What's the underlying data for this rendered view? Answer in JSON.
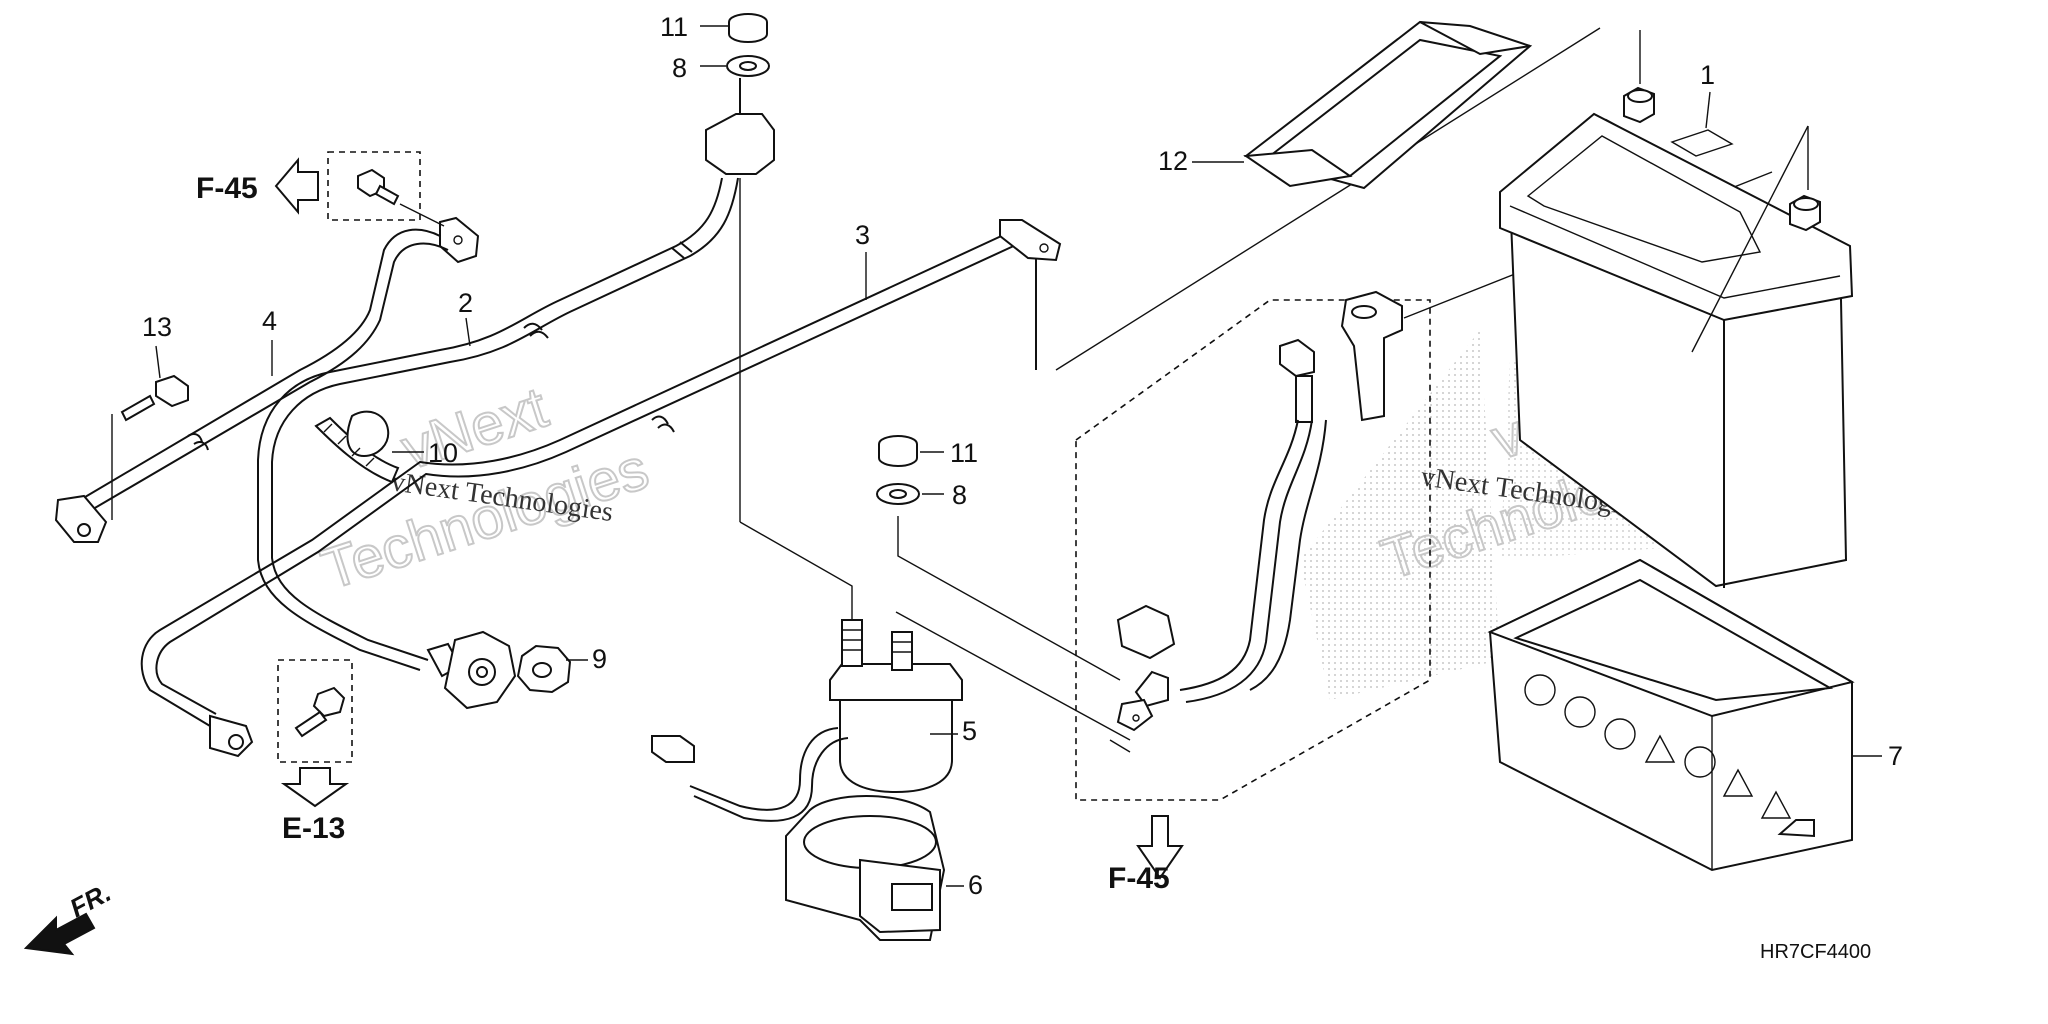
{
  "diagram": {
    "code": "HR7CF4400",
    "front_label": "FR.",
    "refs": {
      "f45_upper": "F-45",
      "e13": "E-13",
      "f45_lower": "F-45"
    },
    "callouts": {
      "c1": "1",
      "c2": "2",
      "c3": "3",
      "c4": "4",
      "c5": "5",
      "c6": "6",
      "c7": "7",
      "c8a": "8",
      "c8b": "8",
      "c9": "9",
      "c10": "10",
      "c11a": "11",
      "c11b": "11",
      "c12": "12",
      "c13": "13"
    },
    "watermark": {
      "brand": "vNext",
      "sub": "Technologies",
      "full": "vNext Technologies"
    }
  }
}
